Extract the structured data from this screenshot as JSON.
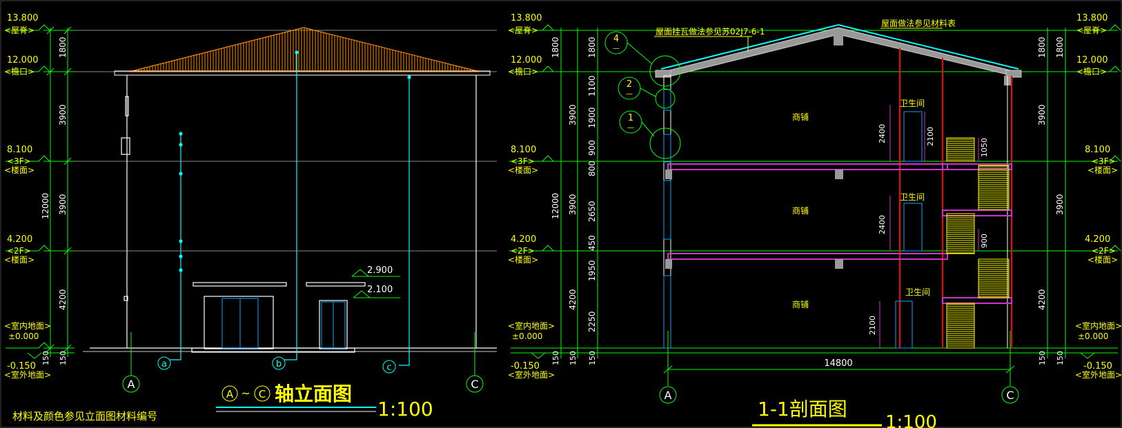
{
  "left_view": {
    "levels": {
      "l13800": {
        "value": "13.800",
        "name": "<屋脊>"
      },
      "l12000": {
        "value": "12.000",
        "name": "<檐口>"
      },
      "l8100": {
        "value": "8.100",
        "name": "<3F>",
        "sub": "<楼面>"
      },
      "l4200": {
        "value": "4.200",
        "name": "<2F>",
        "sub": "<楼面>"
      },
      "l0": {
        "name": "<室内地面>",
        "value": "±0.000"
      },
      "lm150": {
        "value": "-0.150",
        "name": "<室外地面>"
      }
    },
    "dims": {
      "d1800": "1800",
      "d3900a": "3900",
      "d12000": "12000",
      "d3900b": "3900",
      "d4200": "4200",
      "d150a": "150",
      "d150b": "150"
    },
    "canopy_levels": {
      "upper": "2.900",
      "lower": "2.100"
    },
    "axes": {
      "a": "A",
      "c": "C"
    },
    "callouts": {
      "a": "a",
      "b": "b",
      "c": "c"
    },
    "title": {
      "axis_a": "A",
      "tilde": "~",
      "axis_c": "C",
      "text": "轴立面图",
      "scale": "1:100"
    },
    "note": "材料及颜色参见立面图材料编号"
  },
  "right_view": {
    "levels_left": {
      "l13800": {
        "value": "13.800",
        "name": "<屋脊>"
      },
      "l12000": {
        "value": "12.000",
        "name": "<檐口>"
      },
      "l8100": {
        "value": "8.100",
        "name": "<3F>",
        "sub": "<楼面>"
      },
      "l4200": {
        "value": "4.200",
        "name": "<2F>",
        "sub": "<楼面>"
      },
      "l0": {
        "name": "<室内地面>",
        "value": "±0.000"
      },
      "lm150": {
        "value": "-0.150",
        "name": "<室外地面>"
      }
    },
    "levels_right": {
      "l13800": {
        "value": "13.800",
        "name": "<屋脊>"
      },
      "l12000": {
        "value": "12.000",
        "name": "<檐口>"
      },
      "l8100": {
        "value": "8.100",
        "name": "<3F>",
        "sub": "<楼面>"
      },
      "l4200": {
        "value": "4.200",
        "name": "<2F>",
        "sub": "<楼面>"
      },
      "l0": {
        "name": "<室内地面>",
        "value": "±0.000"
      },
      "lm150": {
        "value": "-0.150",
        "name": "<室外地面>"
      }
    },
    "dims_outer": {
      "d1800": "1800",
      "d3900a": "3900",
      "d12000": "12000",
      "d3900b": "3900",
      "d4200": "4200",
      "d150a": "150",
      "d150b": "150"
    },
    "dims_inner": {
      "d1800": "1800",
      "d1100": "1100",
      "d1900": "1900",
      "d900": "900",
      "d800": "800",
      "d2650": "2650",
      "d450": "450",
      "d1950": "1950",
      "d2250": "2250",
      "d150": "150"
    },
    "dims_right": {
      "d1800a": "1800",
      "d1800b": "1800",
      "d3900a": "3900",
      "d3900b": "3900",
      "d4200": "4200",
      "d150a": "150",
      "d150b": "150"
    },
    "dims_internal": {
      "d2400a": "2400",
      "d2100a": "2100",
      "d1050": "1050",
      "d2400b": "2400",
      "d900": "900",
      "d2100b": "2100"
    },
    "rooms": {
      "shop3": "商铺",
      "shop2": "商铺",
      "shop1": "商铺",
      "wc3": "卫生间",
      "wc2": "卫生间",
      "wc1": "卫生间"
    },
    "roof_notes": {
      "left": "屋面挂瓦做法参见苏02J7-6-1",
      "right": "屋面做法参见材料表"
    },
    "detail_marks": {
      "m4": "4",
      "m2": "2",
      "m1": "1",
      "dash": "—"
    },
    "overall_width": "14800",
    "axes": {
      "a": "A",
      "c": "C"
    },
    "title": {
      "text": "1-1剖面图",
      "scale": "1:100"
    }
  },
  "colors": {
    "dim": "#00ff00",
    "text": "#ffffff",
    "title": "#ffff00",
    "axis_line": "#00ffff",
    "roof": "#ff8c00",
    "section_slab": "#cc33cc",
    "column": "#ff0000",
    "stair": "#ffff00",
    "roof_cyan": "#00ffff"
  }
}
